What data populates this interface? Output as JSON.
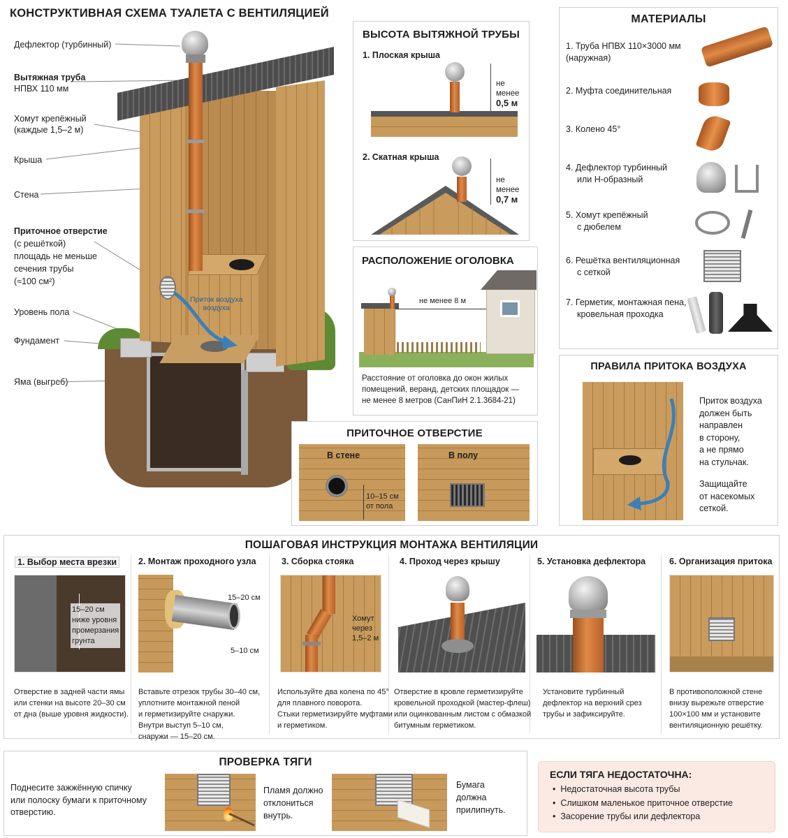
{
  "main": {
    "title": "КОНСТРУКТИВНАЯ СХЕМА ТУАЛЕТА С ВЕНТИЛЯЦИЕЙ",
    "labels": {
      "deflector": "Дефлектор (турбинный)",
      "pipe_title": "Вытяжная труба",
      "pipe_sub": "НПВХ 110 мм",
      "clamp": "Хомут крепёжный",
      "clamp_sub": "(каждые 1,5–2 м)",
      "roof": "Крыша",
      "wall": "Стена",
      "inlet_title": "Приточное отверстие",
      "inlet_l1": "(с решёткой)",
      "inlet_l2": "площадь не меньше",
      "inlet_l3": "сечения трубы",
      "inlet_l4": "(≈100 см²)",
      "floor": "Уровень пола",
      "foundation": "Фундамент",
      "pit": "Яма (выгреб)",
      "airflow_l1": "Приток воздуха",
      "airflow_l2": "воздуха"
    }
  },
  "height": {
    "title": "ВЫСОТА ВЫТЯЖНОЙ ТРУБЫ",
    "flat_label": "1. Плоская крыша",
    "flat_dim_l1": "не менее",
    "flat_dim_l2": "0,5 м",
    "pitched_label": "2. Скатная крыша",
    "pitched_dim_l1": "не менее",
    "pitched_dim_l2": "0,7 м"
  },
  "location": {
    "title": "РАСПОЛОЖЕНИЕ ОГОЛОВКА",
    "distance": "не менее 8 м",
    "note_l1": "Расстояние от оголовка до окон жилых",
    "note_l2": "помещений, веранд, детских площадок —",
    "note_l3": "не менее 8 метров (СанПиН 2.1.3684-21)"
  },
  "inlet": {
    "title": "ПРИТОЧНОЕ ОТВЕРСТИЕ",
    "wall_label": "В стене",
    "floor_label": "В полу",
    "dim_l1": "10–15 см",
    "dim_l2": "от пола"
  },
  "materials": {
    "title": "МАТЕРИАЛЫ",
    "items": [
      {
        "l1": "1. Труба НПВХ 110×3000 мм",
        "l2": "(наружная)"
      },
      {
        "l1": "2. Муфта соединительная",
        "l2": ""
      },
      {
        "l1": "3. Колено 45°",
        "l2": ""
      },
      {
        "l1": "4. Дефлектор турбинный",
        "l2": "или Н-образный"
      },
      {
        "l1": "5. Хомут крепёжный",
        "l2": "с дюбелем"
      },
      {
        "l1": "6. Решётка вентиляционная",
        "l2": "с сеткой"
      },
      {
        "l1": "7. Герметик, монтажная пена,",
        "l2": "кровельная проходка"
      }
    ]
  },
  "airrules": {
    "title": "ПРАВИЛА ПРИТОКА ВОЗДУХА",
    "text": [
      "Приток воздуха",
      "должен быть",
      "направлен",
      "в сторону,",
      "а не прямо",
      "на стульчак."
    ],
    "text2": [
      "Защищайте",
      "от насекомых",
      "сеткой."
    ]
  },
  "steps": {
    "title": "ПОШАГОВАЯ ИНСТРУКЦИЯ МОНТАЖА ВЕНТИЛЯЦИИ",
    "items": [
      {
        "title": "1. Выбор места врезки",
        "lines": [
          "Отверстие в задней части ямы",
          "или стенки на высоте 20–30 см",
          "от дна (выше уровня жидкости)."
        ],
        "dims": [
          "15–20 см",
          "ниже уровня",
          "промерзания",
          "грунта"
        ]
      },
      {
        "title": "2. Монтаж проходного узла",
        "lines": [
          "Вставьте отрезок трубы 30–40 см,",
          "уплотните монтажной пеной",
          "и герметизируйте снаружи.",
          "Внутри выступ 5–10 см,",
          "снаружи — 15–20 см."
        ],
        "dims": [
          "15–20 см",
          "5–10 см"
        ]
      },
      {
        "title": "3. Сборка стояка",
        "lines": [
          "Используйте два колена по 45°",
          "для плавного поворота.",
          "Стыки герметизируйте муфтами",
          "и герметиком."
        ],
        "dims": [
          "Хомут",
          "через",
          "1,5–2 м"
        ]
      },
      {
        "title": "4. Проход через крышу",
        "lines": [
          "Отверстие в кровле герметизируйте",
          "кровельной проходкой (мастер-флеш)",
          "или оцинкованным листом с обмазкой",
          "битумным герметиком."
        ],
        "dims": []
      },
      {
        "title": "5. Установка дефлектора",
        "lines": [
          "Установите турбинный",
          "дефлектор на верхний срез",
          "трубы и зафиксируйте."
        ],
        "dims": []
      },
      {
        "title": "6. Организация притока",
        "lines": [
          "В противоположной стене",
          "внизу вырежьте отверстие",
          "100×100 мм и установите",
          "вентиляционную решётку."
        ],
        "dims": []
      }
    ]
  },
  "draft": {
    "title": "ПРОВЕРКА ТЯГИ",
    "text": [
      "Поднесите зажжённую спичку",
      "или полоску бумаги к приточному",
      "отверстию."
    ],
    "flame": [
      "Пламя должно",
      "отклониться",
      "внутрь."
    ],
    "paper": [
      "Бумага",
      "должна",
      "прилипнуть."
    ]
  },
  "weak": {
    "title": "ЕСЛИ ТЯГА НЕДОСТАТОЧНА:",
    "items": [
      "Недостаточная высота трубы",
      "Слишком маленькое приточное отверстие",
      "Засорение трубы или дефлектора"
    ]
  }
}
